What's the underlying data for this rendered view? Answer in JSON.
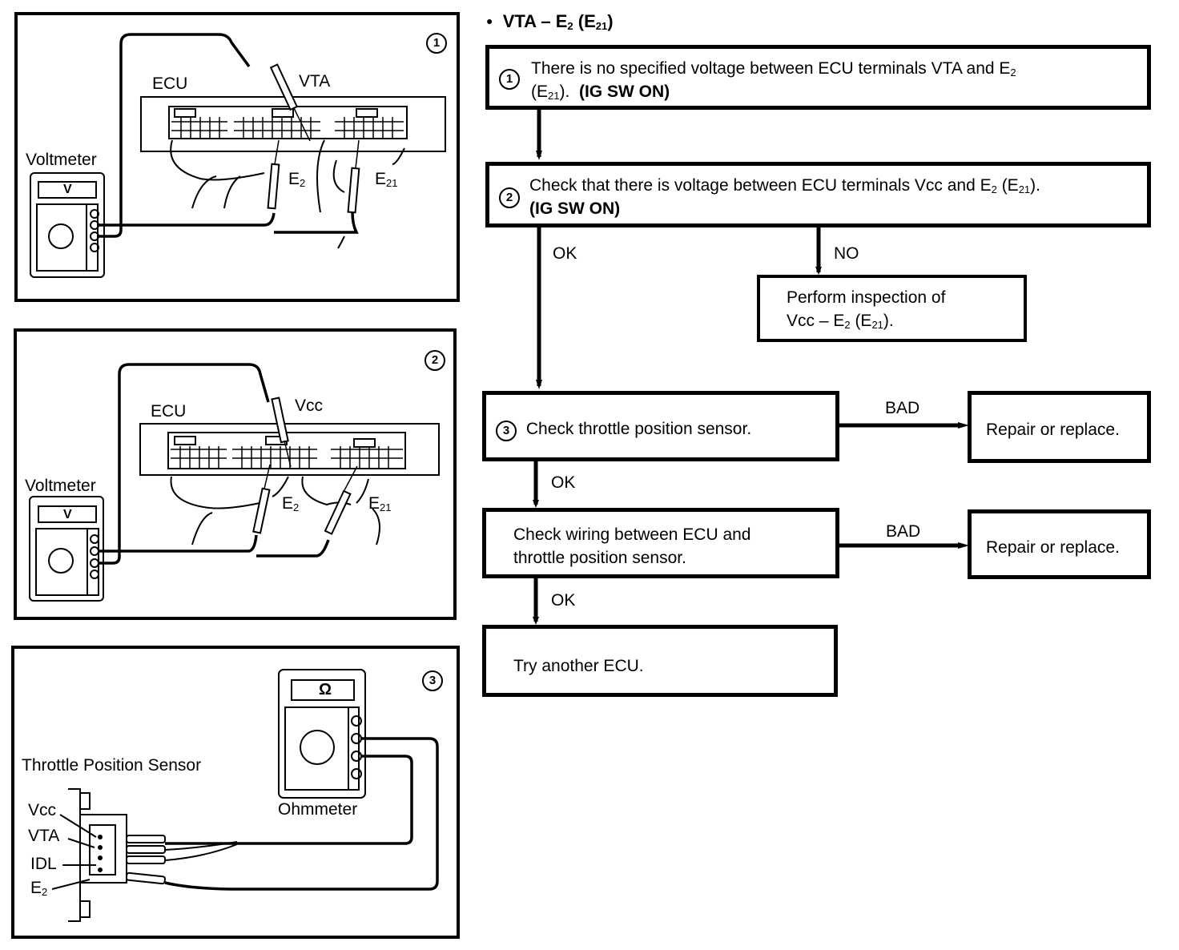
{
  "heading": {
    "bullet": "●",
    "text": "VTA – E",
    "sub1": "2",
    "mid": " (E",
    "sub2": "21",
    "end": ")"
  },
  "flow": {
    "step1": {
      "num": "1",
      "line1": "There is no specified voltage between ECU terminals VTA and E",
      "line1_sub": "2",
      "line2_pre": "(E",
      "line2_sub": "21",
      "line2_post": ").",
      "condition": "(IG  SW  ON)"
    },
    "step2": {
      "num": "2",
      "line1": "Check that there is voltage between ECU terminals Vcc and E",
      "line1_sub": "2",
      "line1_mid": " (E",
      "line1_sub2": "21",
      "line1_post": ").",
      "condition": "(IG  SW  ON)"
    },
    "no_label": "NO",
    "ok_label_1": "OK",
    "no_box": {
      "line1": "Perform inspection of",
      "line2_pre": "Vcc – E",
      "line2_sub": "2",
      "line2_mid": " (E",
      "line2_sub2": "21",
      "line2_post": ")."
    },
    "step3": {
      "num": "3",
      "text": "Check throttle position sensor."
    },
    "bad_label_1": "BAD",
    "repair_1": "Repair or replace.",
    "ok_label_2": "OK",
    "wiring": {
      "line1": "Check wiring between ECU and",
      "line2": "throttle position sensor."
    },
    "bad_label_2": "BAD",
    "repair_2": "Repair or replace.",
    "ok_label_3": "OK",
    "final": "Try another ECU."
  },
  "diagrams": [
    {
      "num": "1",
      "meter_label": "Voltmeter",
      "meter_display": "V",
      "ecu_label": "ECU",
      "probe_label": "VTA",
      "e2": "E",
      "e2_sub": "2",
      "e21": "E",
      "e21_sub": "21"
    },
    {
      "num": "2",
      "meter_label": "Voltmeter",
      "meter_display": "V",
      "ecu_label": "ECU",
      "probe_label": "Vcc",
      "e2": "E",
      "e2_sub": "2",
      "e21": "E",
      "e21_sub": "21"
    },
    {
      "num": "3",
      "meter_label": "Ohmmeter",
      "meter_display": "Ω",
      "sensor_label": "Throttle Position Sensor",
      "pins": [
        "Vcc",
        "VTA",
        "IDL",
        "E"
      ],
      "e2_sub": "2"
    }
  ]
}
